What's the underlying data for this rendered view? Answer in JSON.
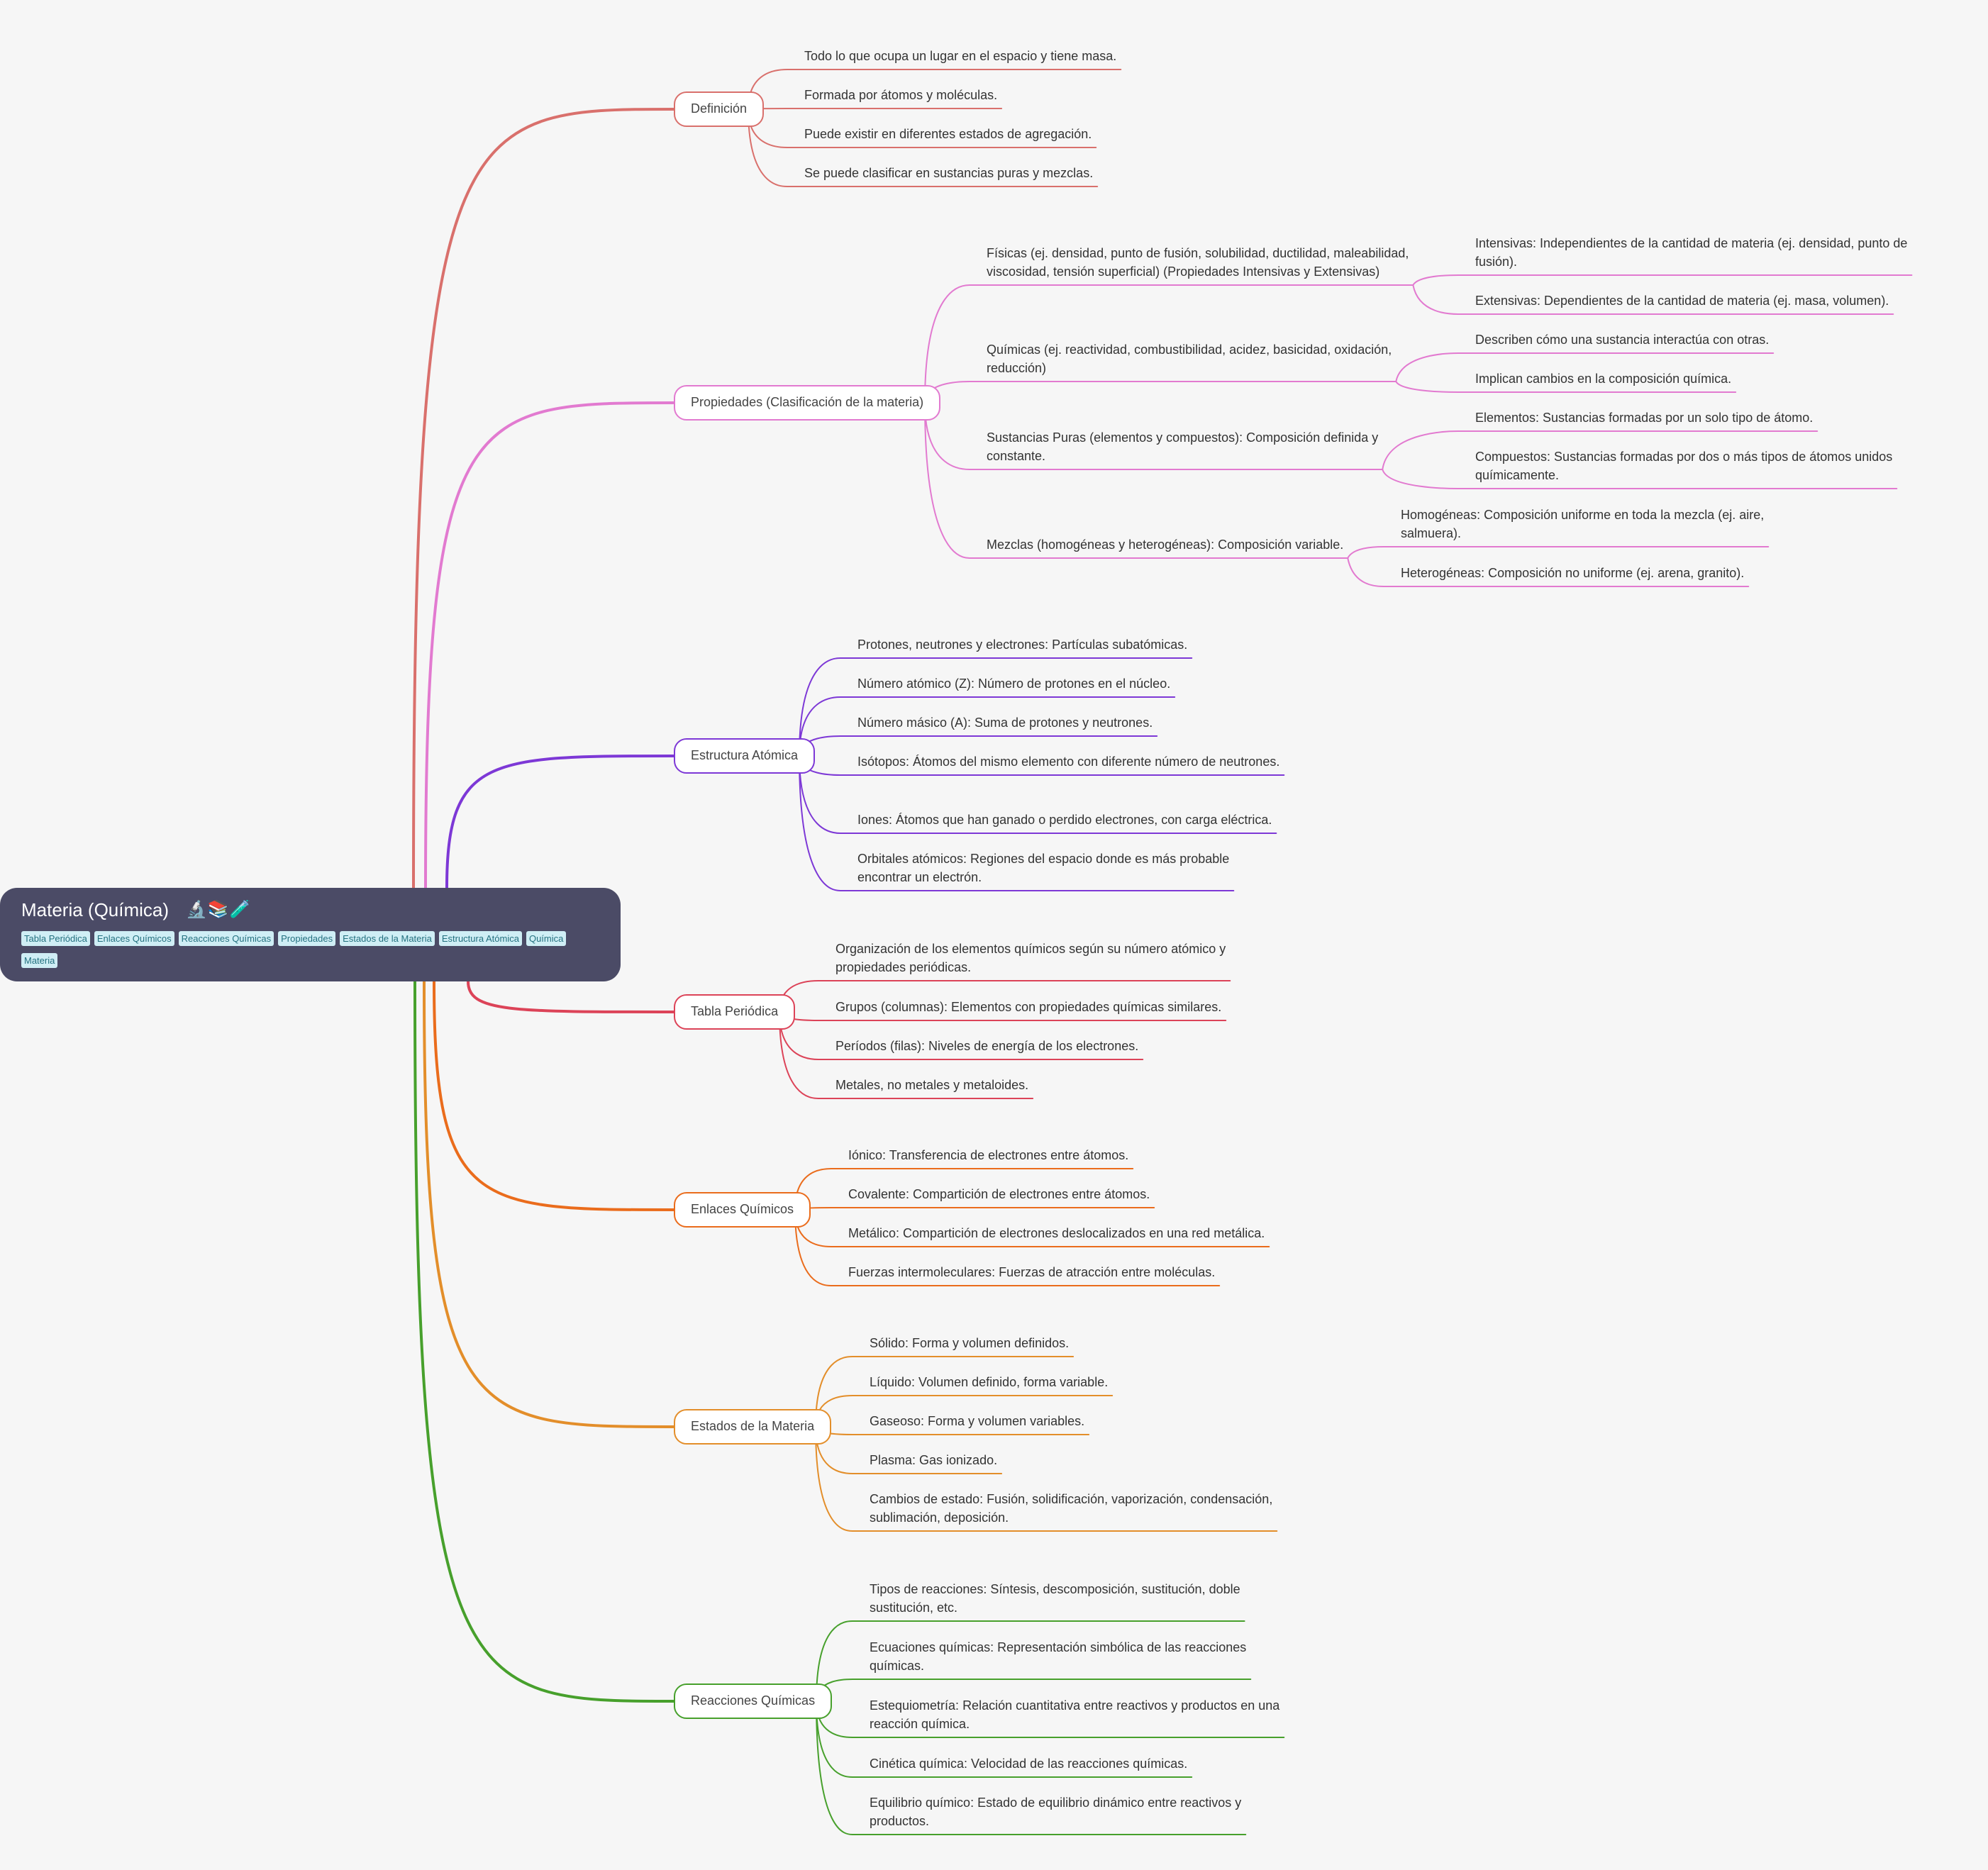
{
  "root": {
    "title": "Materia (Química)",
    "emoji": "🔬📚🧪",
    "tags": [
      "Tabla Periódica",
      "Enlaces Químicos",
      "Reacciones Químicas",
      "Propiedades",
      "Estados de la Materia",
      "Estructura Atómica",
      "Química",
      "Materia"
    ]
  },
  "colors": {
    "definicion": "#d9706c",
    "propiedades": "#e27ad0",
    "estructura": "#7d38d6",
    "tabla": "#dc4358",
    "enlaces": "#ea6c1c",
    "estados": "#e38e2a",
    "reacciones": "#47a02c"
  },
  "branches": [
    {
      "key": "definicion",
      "label": "Definición",
      "leaves": [
        "Todo lo que ocupa un lugar en el espacio y tiene masa.",
        "Formada por átomos y moléculas.",
        "Puede existir en diferentes estados de agregación.",
        "Se puede clasificar en sustancias puras y mezclas."
      ]
    },
    {
      "key": "propiedades",
      "label": "Propiedades (Clasificación de la materia)",
      "leaves": [
        "Físicas (ej. densidad, punto de fusión, solubilidad, ductilidad, maleabilidad,  viscosidad, tensión superficial) (Propiedades Intensivas y Extensivas)",
        "Químicas (ej. reactividad, combustibilidad, acidez, basicidad,  oxidación, reducción)",
        "Sustancias Puras (elementos y compuestos):  Composición definida y constante.",
        "Mezclas (homogéneas y heterogéneas): Composición variable."
      ],
      "subleaves": [
        [
          "Intensivas: Independientes de la cantidad de materia (ej. densidad, punto de fusión).",
          "Extensivas: Dependientes de la cantidad de materia (ej. masa, volumen)."
        ],
        [
          "Describen cómo una sustancia interactúa con otras.",
          "Implican cambios en la composición química."
        ],
        [
          "Elementos: Sustancias formadas por un solo tipo de átomo.",
          "Compuestos: Sustancias formadas por dos o más tipos de átomos unidos químicamente."
        ],
        [
          "Homogéneas: Composición uniforme en toda la mezcla (ej. aire, salmuera).",
          "Heterogéneas: Composición no uniforme (ej. arena, granito)."
        ]
      ]
    },
    {
      "key": "estructura",
      "label": "Estructura Atómica",
      "leaves": [
        "Protones, neutrones y electrones: Partículas subatómicas.",
        "Número atómico (Z): Número de protones en el núcleo.",
        "Número másico (A): Suma de protones y neutrones.",
        "Isótopos: Átomos del mismo elemento con diferente número de neutrones.",
        "Iones: Átomos que han ganado o perdido electrones, con carga eléctrica.",
        "Orbitales atómicos: Regiones del espacio donde es más probable encontrar un electrón."
      ]
    },
    {
      "key": "tabla",
      "label": "Tabla Periódica",
      "leaves": [
        "Organización de los elementos químicos según su número atómico y propiedades periódicas.",
        "Grupos (columnas): Elementos con propiedades químicas similares.",
        "Períodos (filas): Niveles de energía de los electrones.",
        "Metales, no metales y metaloides."
      ]
    },
    {
      "key": "enlaces",
      "label": "Enlaces Químicos",
      "leaves": [
        "Iónico: Transferencia de electrones entre átomos.",
        "Covalente: Compartición de electrones entre átomos.",
        "Metálico: Compartición de electrones deslocalizados en una red metálica.",
        "Fuerzas intermoleculares: Fuerzas de atracción entre moléculas."
      ]
    },
    {
      "key": "estados",
      "label": "Estados de la Materia",
      "leaves": [
        "Sólido: Forma y volumen definidos.",
        "Líquido: Volumen definido, forma variable.",
        "Gaseoso: Forma y volumen variables.",
        "Plasma: Gas ionizado.",
        "Cambios de estado: Fusión, solidificación, vaporización, condensación, sublimación, deposición."
      ]
    },
    {
      "key": "reacciones",
      "label": "Reacciones Químicas",
      "leaves": [
        "Tipos de reacciones: Síntesis, descomposición, sustitución, doble sustitución, etc.",
        "Ecuaciones químicas: Representación simbólica de las reacciones químicas.",
        "Estequiometría: Relación cuantitativa entre reactivos y productos en una reacción química.",
        "Cinética química: Velocidad de las reacciones químicas.",
        "Equilibrio químico: Estado de equilibrio dinámico entre reactivos y productos."
      ]
    }
  ]
}
